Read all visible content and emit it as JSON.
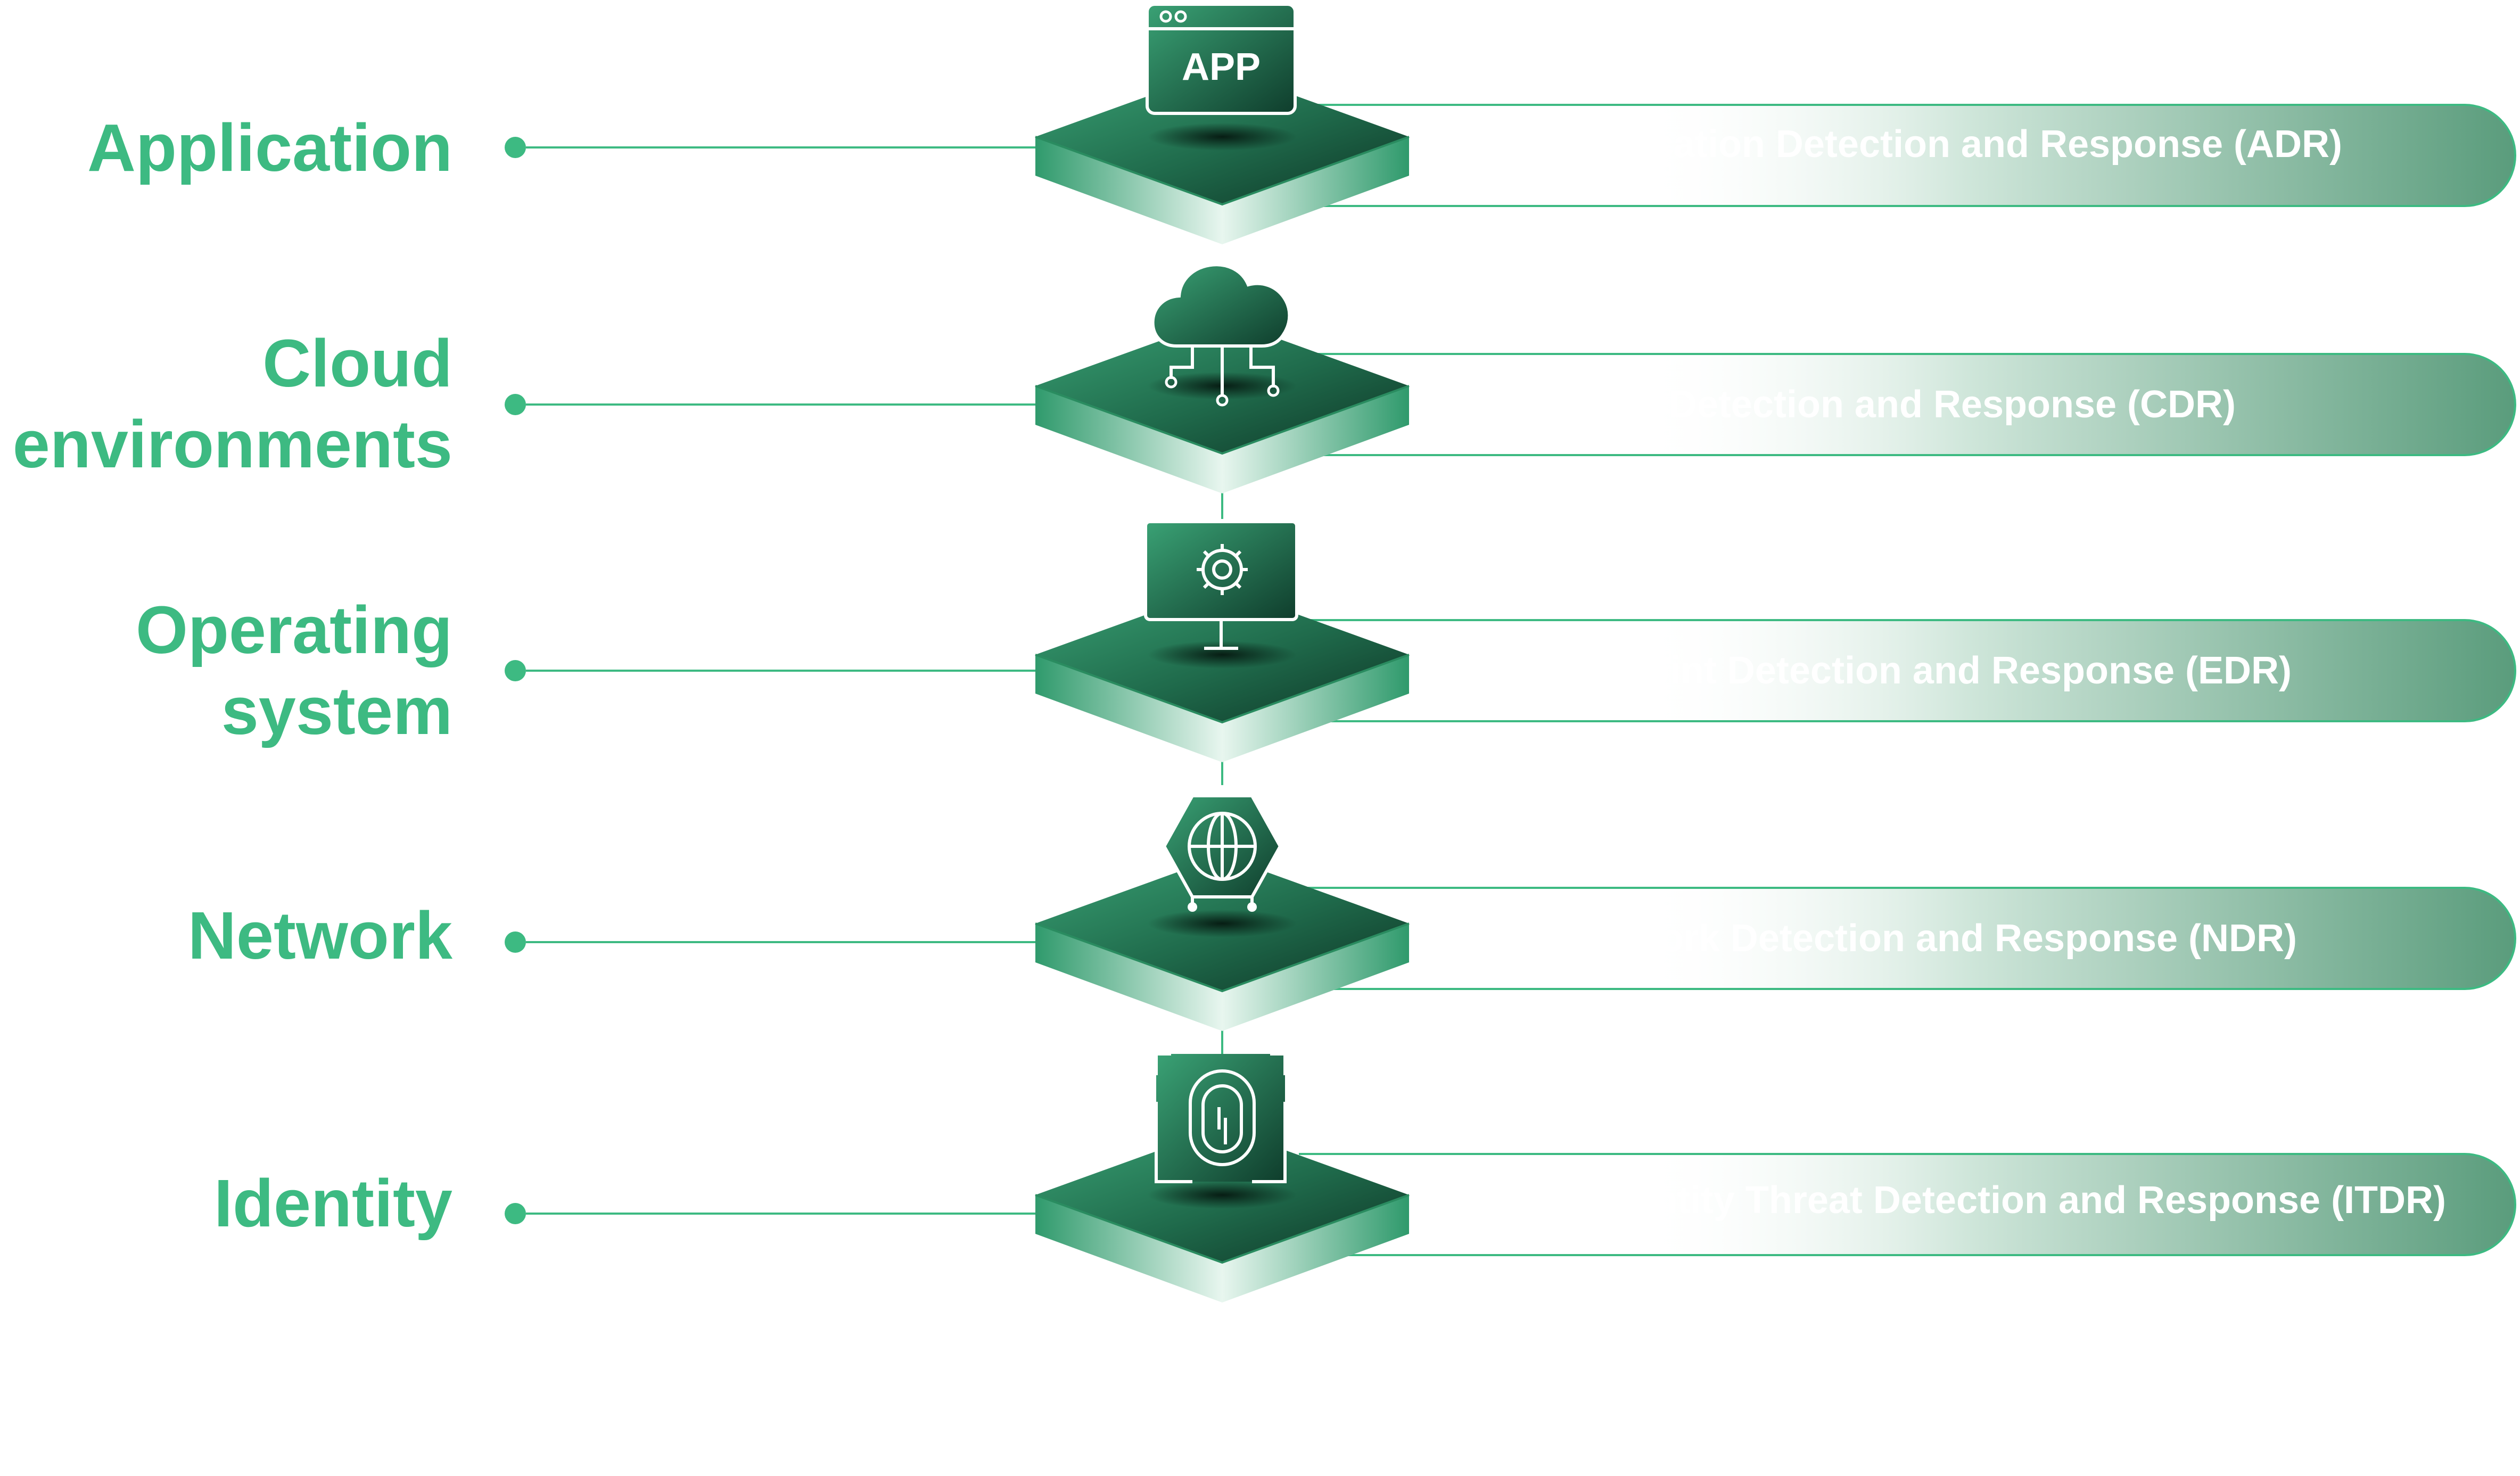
{
  "colors": {
    "accent": "#3dba82",
    "dark_green": "#0f3d2c",
    "mid_green": "#2f8a64",
    "pill_green": "#5a9c7c"
  },
  "layers": [
    {
      "label_lines": [
        "Application"
      ],
      "icon": "app-window-icon",
      "icon_text": "APP",
      "solution": "Application Detection and Response (ADR)"
    },
    {
      "label_lines": [
        "Cloud",
        "environments"
      ],
      "icon": "cloud-network-icon",
      "solution": "Cloud Detection and Response (CDR)"
    },
    {
      "label_lines": [
        "Operating",
        "system"
      ],
      "icon": "monitor-gear-icon",
      "solution": "Endpoint Detection and Response (EDR)"
    },
    {
      "label_lines": [
        "Network"
      ],
      "icon": "globe-network-icon",
      "solution": "Network Detection and Response (NDR)"
    },
    {
      "label_lines": [
        "Identity"
      ],
      "icon": "fingerprint-icon",
      "solution": "Identity Threat Detection and Response (ITDR)"
    }
  ]
}
